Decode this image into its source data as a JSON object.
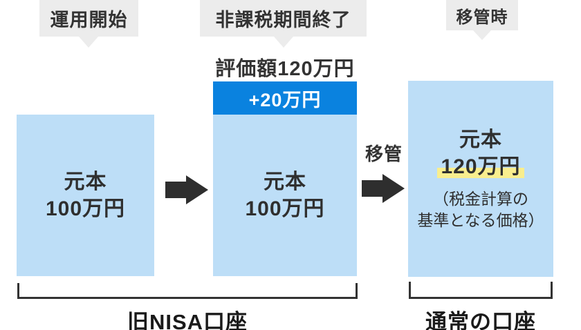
{
  "colors": {
    "box_fill": "#bddef7",
    "gain_bar_fill": "#0a82df",
    "bubble_fill": "#ececec",
    "text_dark": "#303030",
    "arrow_fill": "#2e2e2e",
    "highlight_yellow": "#f9ee8e",
    "bracket_line": "#333333"
  },
  "bubbles": {
    "start": "運用開始",
    "end": "非課税期間終了",
    "transfer_time": "移管時"
  },
  "valuation_label": "評価額120万円",
  "gain_label": "+20万円",
  "boxes": {
    "start": {
      "line1": "元本",
      "line2": "100万円"
    },
    "end": {
      "line1": "元本",
      "line2": "100万円"
    },
    "transferred": {
      "line1": "元本",
      "line2": "120万円",
      "note_line1": "（税金計算の",
      "note_line2": "基準となる価格）"
    }
  },
  "transfer_arrow_label": "移管",
  "brackets": {
    "left_label": "旧NISA口座",
    "right_label": "通常の口座"
  }
}
